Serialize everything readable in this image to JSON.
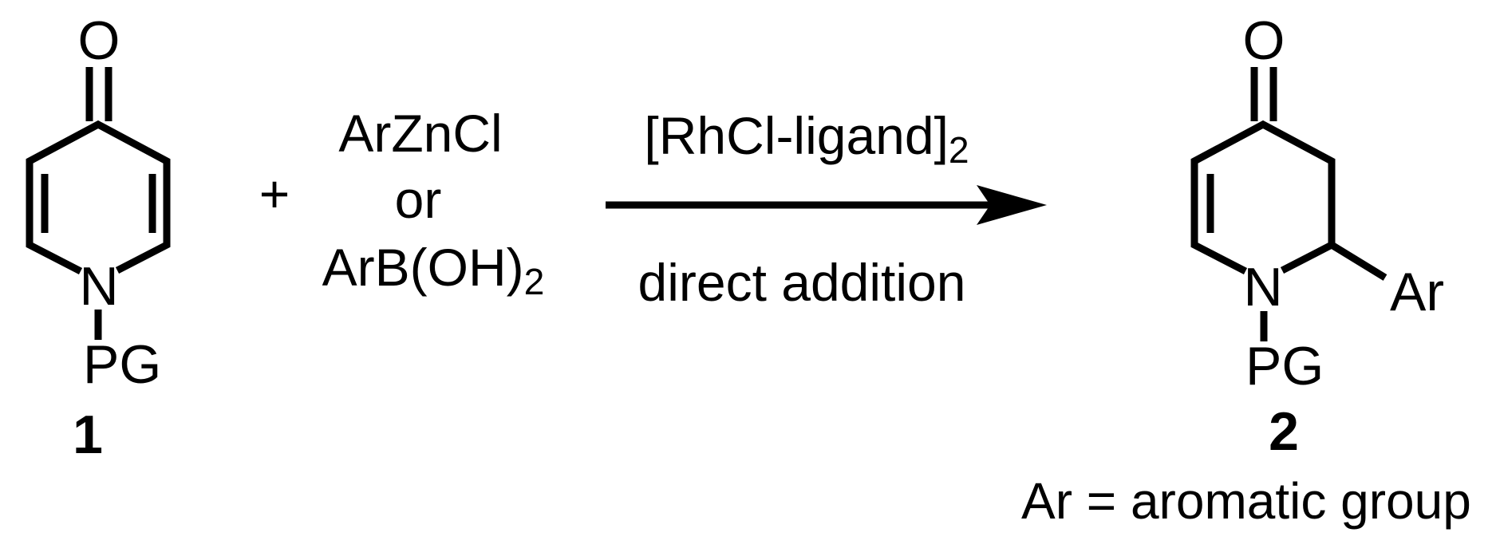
{
  "colors": {
    "ink": "#000000",
    "background": "#ffffff"
  },
  "reactant": {
    "oxygen": "O",
    "nitrogen": "N",
    "protecting_group": "PG",
    "number": "1"
  },
  "plus": "+",
  "reagents": {
    "line1": "ArZnCl",
    "line2": "or",
    "line3_base": "ArB(OH)",
    "line3_sub": "2"
  },
  "conditions": {
    "above_base": "[RhCl-ligand]",
    "above_sub": "2",
    "below": "direct addition"
  },
  "product": {
    "oxygen": "O",
    "nitrogen": "N",
    "protecting_group": "PG",
    "aryl": "Ar",
    "number": "2"
  },
  "footnote": "Ar = aromatic group"
}
